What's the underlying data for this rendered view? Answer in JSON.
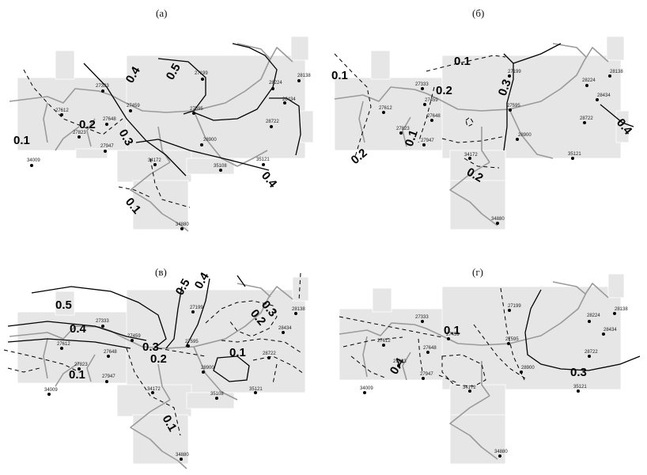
{
  "panels": [
    {
      "label": "(а)",
      "stations": [
        "27333",
        "27199",
        "28224",
        "28138",
        "27612",
        "27459",
        "28434",
        "27595",
        "27648",
        "27823",
        "28722",
        "27947",
        "28900",
        "34009",
        "34172",
        "35108",
        "35121",
        "34880"
      ],
      "isolines": [
        "0.4",
        "0.5",
        "0.2",
        "0.3",
        "0.1",
        "0.4",
        "0.1"
      ]
    },
    {
      "label": "(б)",
      "stations": [
        "27333",
        "27199",
        "28224",
        "28138",
        "27612",
        "27459",
        "28434",
        "27595",
        "27648",
        "27823",
        "28722",
        "27947",
        "28900",
        "34172",
        "35121",
        "34880"
      ],
      "isolines": [
        "0.1",
        "0.1",
        "0.2",
        "0.3",
        "0.1",
        "0.2",
        "0.2",
        "0.4"
      ]
    },
    {
      "label": "(в)",
      "stations": [
        "27333",
        "27199",
        "28138",
        "27612",
        "27459",
        "28434",
        "27595",
        "27648",
        "27823",
        "28722",
        "27947",
        "28900",
        "34009",
        "34172",
        "35108",
        "35121",
        "34880"
      ],
      "isolines": [
        "0.5",
        "0.4",
        "0.5",
        "0.4",
        "0.3",
        "0.2",
        "0.1",
        "0.1",
        "0.3",
        "0.2",
        "0.1"
      ]
    },
    {
      "label": "(г)",
      "stations": [
        "27333",
        "27199",
        "28224",
        "28138",
        "27612",
        "27459",
        "28434",
        "27595",
        "27648",
        "27823",
        "28722",
        "27947",
        "28900",
        "34009",
        "34172",
        "35121",
        "34880"
      ],
      "isolines": [
        "0.1",
        "0.4",
        "0.3"
      ]
    }
  ]
}
